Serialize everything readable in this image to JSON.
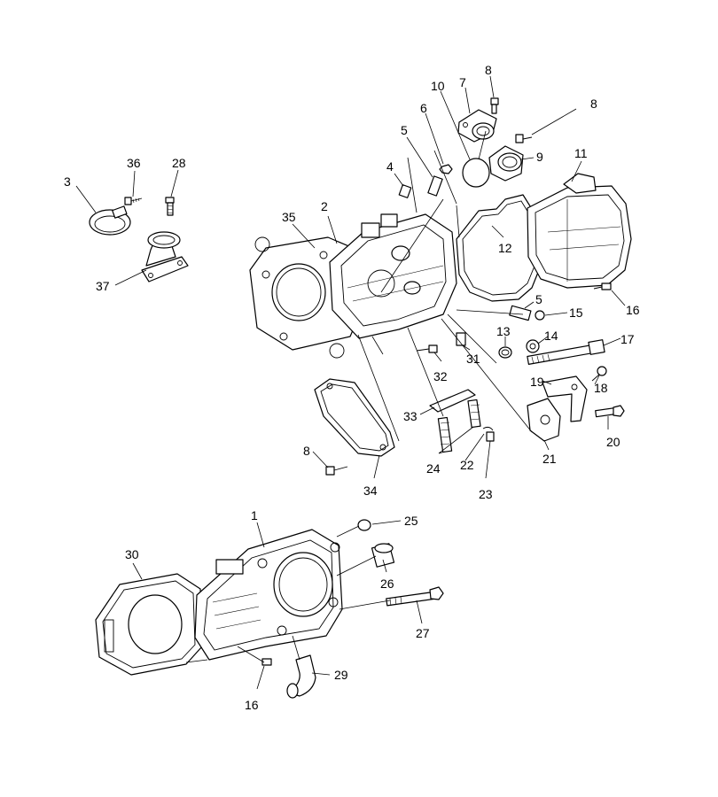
{
  "callouts": [
    {
      "id": "c8a",
      "text": "8"
    },
    {
      "id": "c7",
      "text": "7"
    },
    {
      "id": "c10",
      "text": "10"
    },
    {
      "id": "c6",
      "text": "6"
    },
    {
      "id": "c5a",
      "text": "5"
    },
    {
      "id": "c8b",
      "text": "8"
    },
    {
      "id": "c9",
      "text": "9"
    },
    {
      "id": "c11",
      "text": "11"
    },
    {
      "id": "c36",
      "text": "36"
    },
    {
      "id": "c28",
      "text": "28"
    },
    {
      "id": "c3",
      "text": "3"
    },
    {
      "id": "c4",
      "text": "4"
    },
    {
      "id": "c35",
      "text": "35"
    },
    {
      "id": "c2",
      "text": "2"
    },
    {
      "id": "c12",
      "text": "12"
    },
    {
      "id": "c37",
      "text": "37"
    },
    {
      "id": "c5b",
      "text": "5"
    },
    {
      "id": "c16a",
      "text": "16"
    },
    {
      "id": "c15",
      "text": "15"
    },
    {
      "id": "c13",
      "text": "13"
    },
    {
      "id": "c14",
      "text": "14"
    },
    {
      "id": "c17",
      "text": "17"
    },
    {
      "id": "c31",
      "text": "31"
    },
    {
      "id": "c32",
      "text": "32"
    },
    {
      "id": "c19",
      "text": "19"
    },
    {
      "id": "c18",
      "text": "18"
    },
    {
      "id": "c33",
      "text": "33"
    },
    {
      "id": "c20",
      "text": "20"
    },
    {
      "id": "c8c",
      "text": "8"
    },
    {
      "id": "c22",
      "text": "22"
    },
    {
      "id": "c24",
      "text": "24"
    },
    {
      "id": "c21",
      "text": "21"
    },
    {
      "id": "c34",
      "text": "34"
    },
    {
      "id": "c23",
      "text": "23"
    },
    {
      "id": "c1",
      "text": "1"
    },
    {
      "id": "c25",
      "text": "25"
    },
    {
      "id": "c30",
      "text": "30"
    },
    {
      "id": "c26",
      "text": "26"
    },
    {
      "id": "c27",
      "text": "27"
    },
    {
      "id": "c29",
      "text": "29"
    },
    {
      "id": "c16b",
      "text": "16"
    }
  ]
}
